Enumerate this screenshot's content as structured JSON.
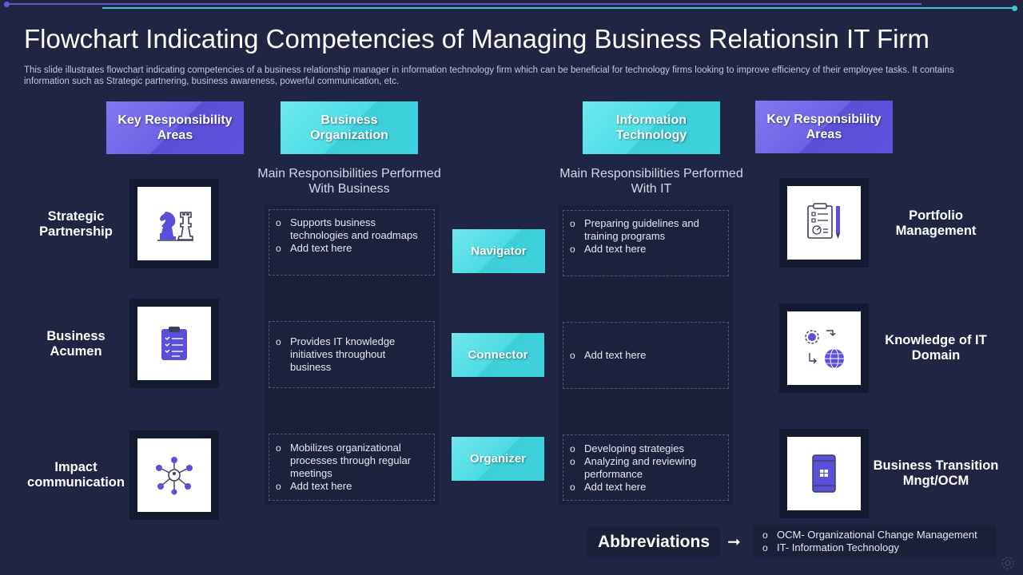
{
  "title": "Flowchart Indicating Competencies of Managing Business Relationsin IT Firm",
  "description": "This slide illustrates flowchart indicating competencies of a business relationship manager in information technology firm which can be beneficial for technology firms looking to improve efficiency of their employee tasks. It contains information such as Strategic partnering, business awareness, powerful communication, etc.",
  "headers": {
    "left_kra": "Key Responsibility Areas",
    "business_org": "Business Organization",
    "info_tech": "Information Technology",
    "right_kra": "Key Responsibility Areas"
  },
  "subheads": {
    "business": "Main Responsibilities Performed With Business",
    "it": "Main Responsibilities Performed With IT"
  },
  "left_items": [
    {
      "label": "Strategic Partnership",
      "icon": "chess-pieces-icon"
    },
    {
      "label": "Business Acumen",
      "icon": "clipboard-checklist-icon"
    },
    {
      "label": "Impact communication",
      "icon": "network-hub-icon"
    }
  ],
  "right_items": [
    {
      "label": "Portfolio Management",
      "icon": "document-pen-icon"
    },
    {
      "label": "Knowledge of IT Domain",
      "icon": "gear-globe-cycle-icon"
    },
    {
      "label": "Business Transition Mngt/OCM",
      "icon": "mobile-device-icon"
    }
  ],
  "roles": [
    "Navigator",
    "Connector",
    "Organizer"
  ],
  "business_boxes": [
    [
      "Supports business technologies and roadmaps",
      "Add text here"
    ],
    [
      "Provides IT knowledge initiatives throughout business"
    ],
    [
      "Mobilizes organizational processes through regular meetings",
      "Add text here"
    ]
  ],
  "it_boxes": [
    [
      "Preparing guidelines and training programs",
      "Add text here"
    ],
    [
      "Add text here"
    ],
    [
      "Developing strategies",
      "Analyzing and reviewing performance",
      "Add text here"
    ]
  ],
  "abbreviations": {
    "label": "Abbreviations",
    "items": [
      "OCM- Organizational Change Management",
      "IT- Information Technology"
    ]
  },
  "colors": {
    "background": "#1f2542",
    "purple_accent": "#5f57dc",
    "cyan_accent": "#45d6e0"
  }
}
